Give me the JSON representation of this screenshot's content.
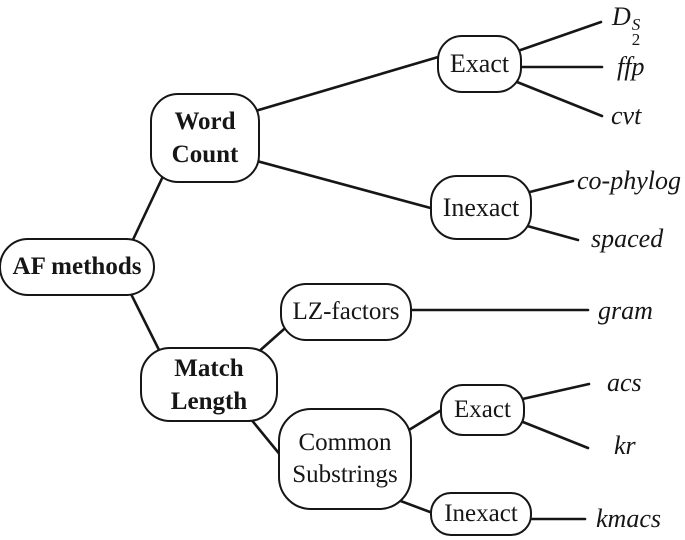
{
  "figure": {
    "background": "#ffffff",
    "line_color": "#161616",
    "text_color": "#161616"
  },
  "tree": {
    "root": {
      "label": "AF methods",
      "children": [
        {
          "label": "Word Count",
          "children": [
            {
              "label": "Exact",
              "children": [
                {
                  "label": "D₂ˢ",
                  "math": {
                    "base": "D",
                    "sub": "2",
                    "sup": "S"
                  }
                },
                {
                  "label": "ffp"
                },
                {
                  "label": "cvt"
                }
              ]
            },
            {
              "label": "Inexact",
              "children": [
                {
                  "label": "co-phylog"
                },
                {
                  "label": "spaced"
                }
              ]
            }
          ]
        },
        {
          "label": "Match Length",
          "children": [
            {
              "label": "LZ-factors",
              "children": [
                {
                  "label": "gram"
                }
              ]
            },
            {
              "label": "Common Substrings",
              "children": [
                {
                  "label": "Exact",
                  "children": [
                    {
                      "label": "acs"
                    },
                    {
                      "label": "kr"
                    }
                  ]
                },
                {
                  "label": "Inexact",
                  "children": [
                    {
                      "label": "kmacs"
                    }
                  ]
                }
              ]
            }
          ]
        }
      ]
    }
  }
}
